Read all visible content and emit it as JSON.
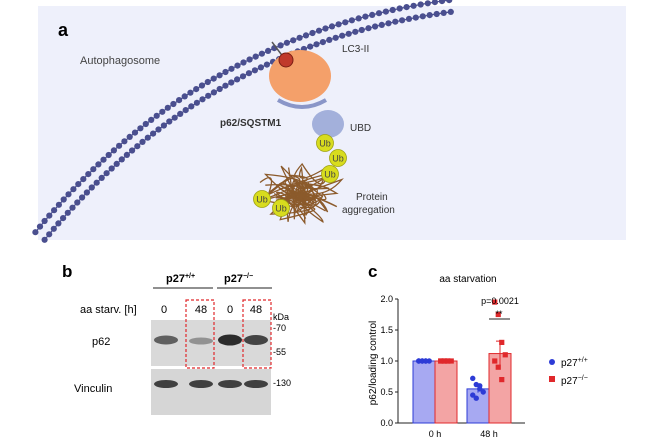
{
  "panel_a": {
    "letter": "a",
    "labels": {
      "autophagosome": "Autophagosome",
      "lc3": "LC3-II",
      "p62": "p62/SQSTM1",
      "ubd": "UBD",
      "ub": "Ub",
      "protein_1": "Protein",
      "protein_2": "aggregation"
    },
    "colors": {
      "background": "#eef0fb",
      "membrane": "#4a4f8f",
      "lc3": "#f4a06a",
      "p62": "#a3b0db",
      "ub": "#d8dc1e",
      "aggregate": "#8b5a2b"
    }
  },
  "panel_b": {
    "letter": "b",
    "genotype_wt": "p27",
    "genotype_wt_sup": "+/+",
    "genotype_ko": "p27",
    "genotype_ko_sup": "−/−",
    "condition_label": "aa starv. [h]",
    "lanes": [
      "0",
      "48",
      "0",
      "48"
    ],
    "kda_label": "kDa",
    "markers": [
      "-70",
      "-55",
      "-130"
    ],
    "blots": [
      "p62",
      "Vinculin"
    ]
  },
  "panel_c": {
    "letter": "c",
    "chart_data": {
      "type": "bar",
      "title": "aa starvation",
      "xlabel": "",
      "ylabel": "p62/loading control",
      "categories": [
        "0 h",
        "48 h"
      ],
      "ylim": [
        0,
        2.0
      ],
      "yticks": [
        "0.0",
        "0.5",
        "1.0",
        "1.5",
        "2.0"
      ],
      "series": [
        {
          "name": "p27",
          "name_sup": "+/+",
          "color": "#2d3bd6",
          "fill": "#a7a9f2",
          "values": [
            1.0,
            0.55
          ],
          "errors": [
            0.01,
            0.06
          ],
          "points": [
            [
              1.0,
              1.0,
              1.0,
              1.0,
              1.0,
              1.0,
              1.0
            ],
            [
              0.72,
              0.62,
              0.55,
              0.5,
              0.45,
              0.4,
              0.6
            ]
          ]
        },
        {
          "name": "p27",
          "name_sup": "−/−",
          "color": "#e0282b",
          "fill": "#f3a4a4",
          "values": [
            1.0,
            1.12
          ],
          "errors": [
            0.01,
            0.2
          ],
          "points": [
            [
              1.0,
              1.0,
              1.0,
              1.0,
              1.0,
              1.0,
              1.0
            ],
            [
              1.95,
              1.75,
              1.3,
              1.1,
              1.0,
              0.9,
              0.7
            ]
          ]
        }
      ],
      "annotation": {
        "pvalue": "p=0.0021",
        "stars": "**"
      },
      "grid": false,
      "legend": "right"
    }
  }
}
